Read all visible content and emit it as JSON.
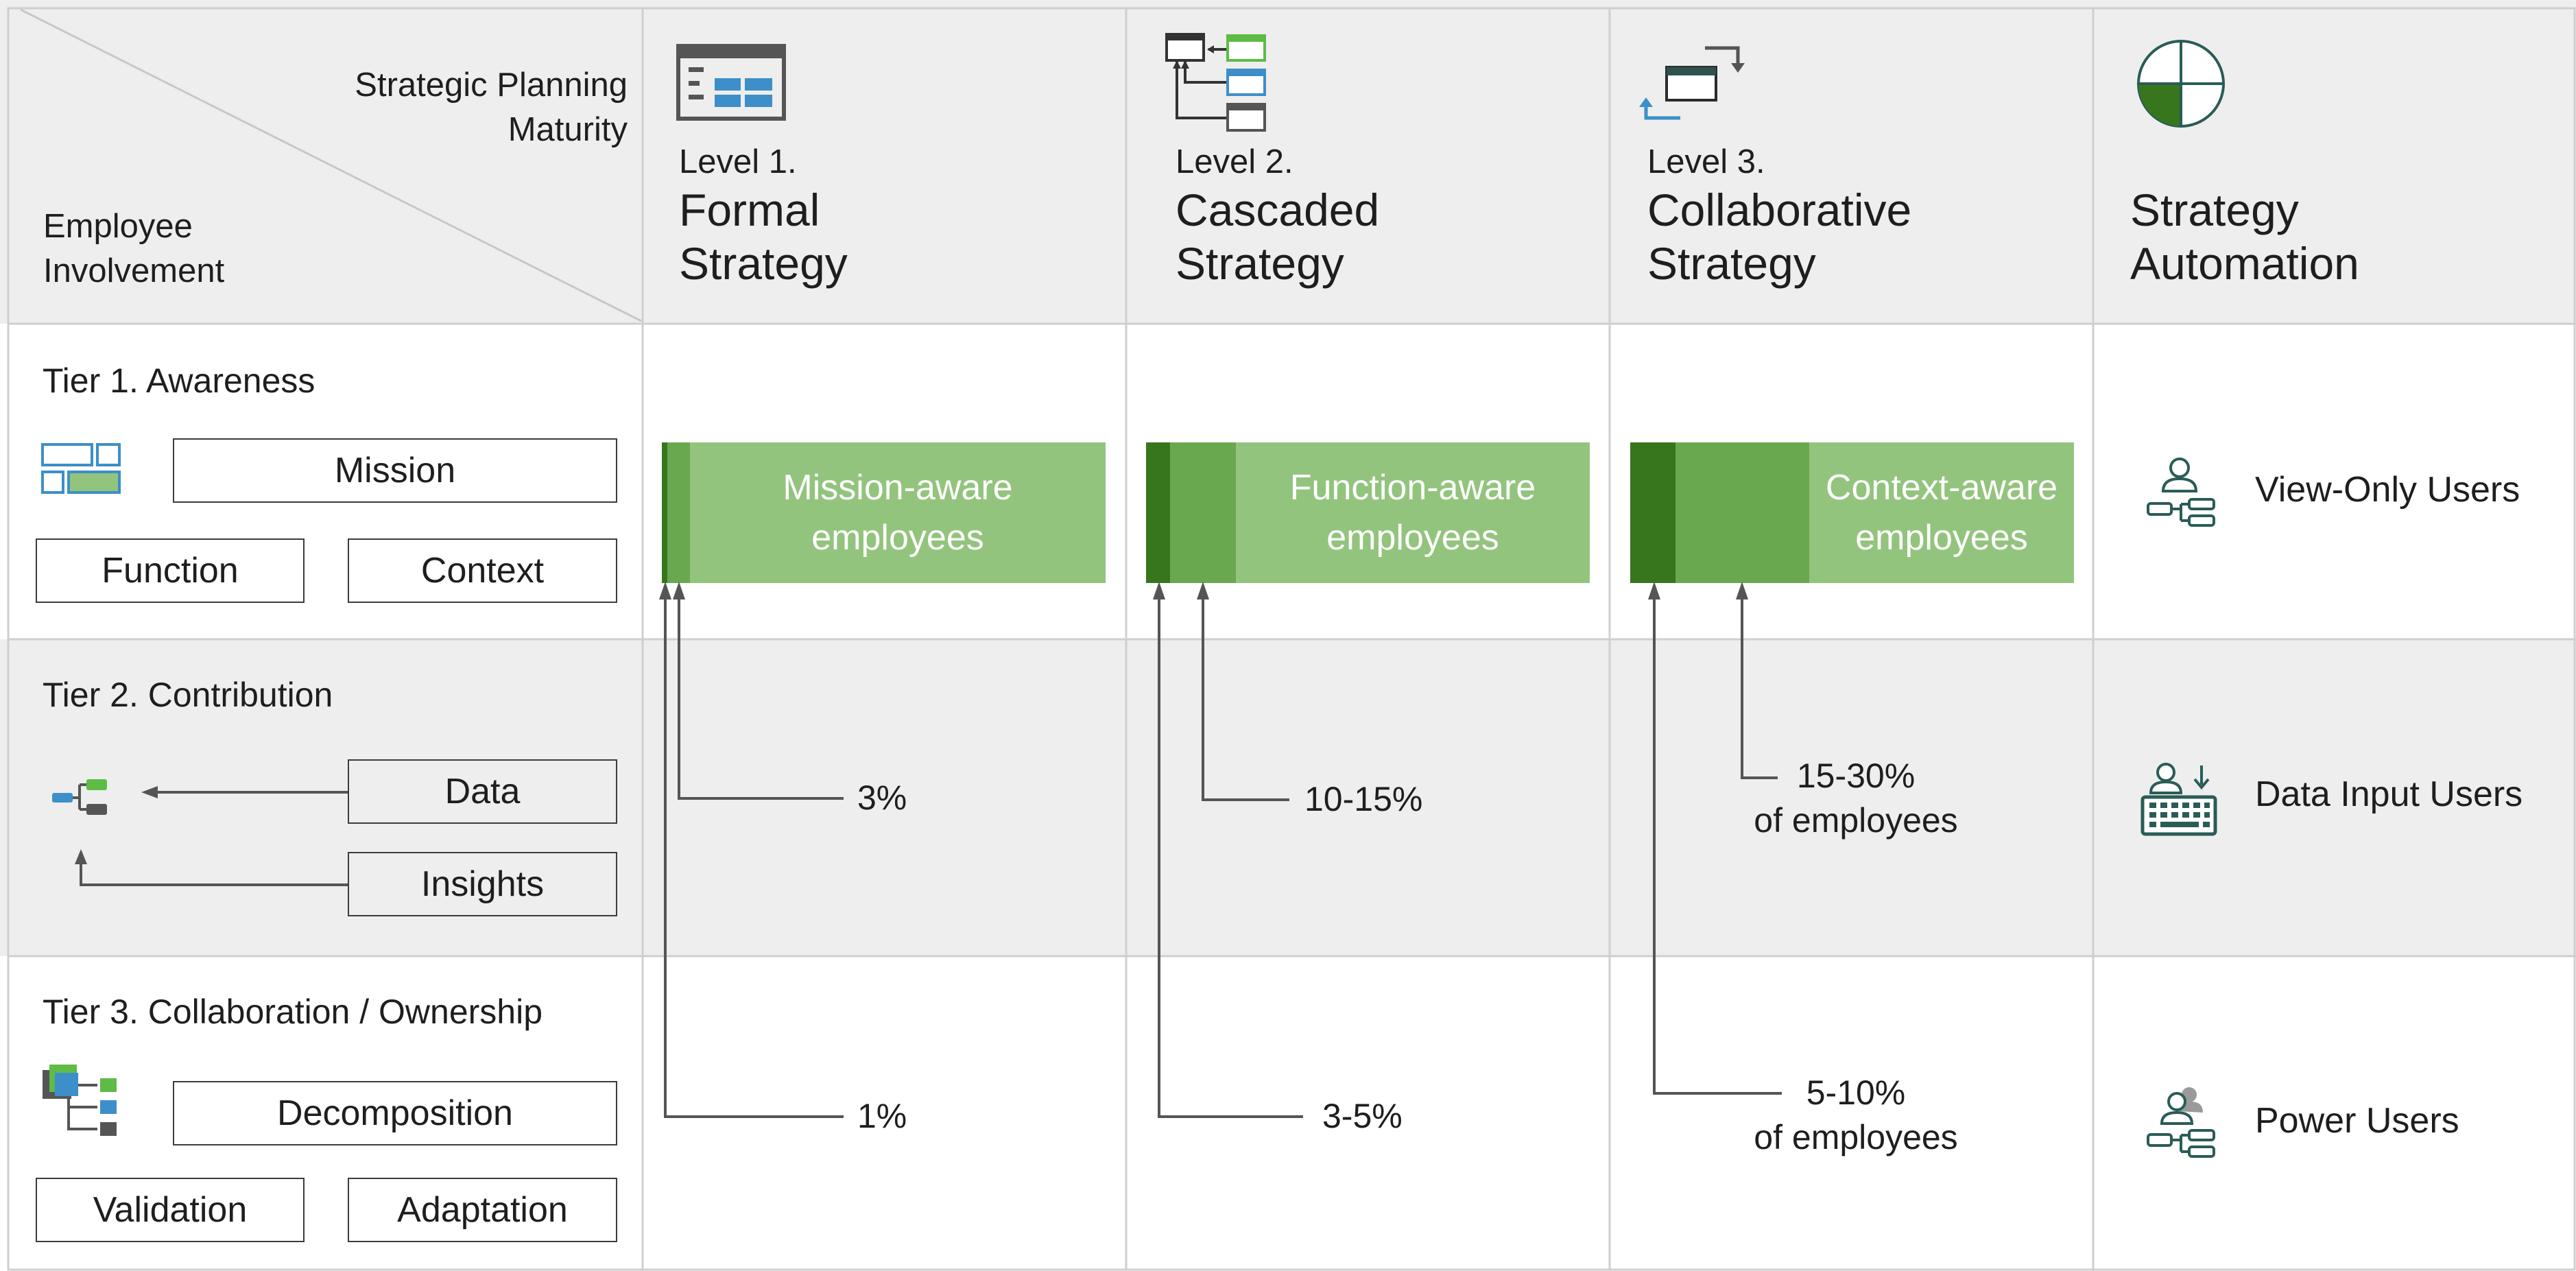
{
  "corner": {
    "top_label": "Strategic Planning\nMaturity",
    "bottom_label": "Employee\nInvolvement"
  },
  "columns": [
    {
      "level": "Level 1.",
      "title": "Formal\nStrategy",
      "icon": "formal-strategy-icon"
    },
    {
      "level": "Level 2.",
      "title": "Cascaded\nStrategy",
      "icon": "cascaded-strategy-icon"
    },
    {
      "level": "Level 3.",
      "title": "Collaborative\nStrategy",
      "icon": "collaborative-strategy-icon"
    },
    {
      "level": "",
      "title": "Strategy\nAutomation",
      "icon": "pie-chart-icon"
    }
  ],
  "tiers": [
    {
      "title": "Tier 1. Awareness",
      "boxes": [
        "Mission",
        "Function",
        "Context"
      ],
      "icon": "awareness-icon"
    },
    {
      "title": "Tier 2. Contribution",
      "boxes": [
        "Data",
        "Insights"
      ],
      "icon": "contribution-icon"
    },
    {
      "title": "Tier 3. Collaboration / Ownership",
      "boxes": [
        "Decomposition",
        "Validation",
        "Adaptation"
      ],
      "icon": "decomposition-icon"
    }
  ],
  "bars": [
    {
      "label": "Mission-aware\nemployees"
    },
    {
      "label": "Function-aware\nemployees"
    },
    {
      "label": "Context-aware\nemployees"
    }
  ],
  "annotations": {
    "l1_tier2": "3%",
    "l1_tier3": "1%",
    "l2_tier2": "10-15%",
    "l2_tier3": "3-5%",
    "l3_tier2": "15-30%\nof employees",
    "l3_tier3": "5-10%\nof employees"
  },
  "automation_users": [
    {
      "label": "View-Only Users",
      "icon": "view-only-user-icon"
    },
    {
      "label": "Data Input Users",
      "icon": "data-input-user-icon"
    },
    {
      "label": "Power Users",
      "icon": "power-user-icon"
    }
  ],
  "colors": {
    "header_bg": "#eeeeee",
    "tier2_bg": "#eeeeee",
    "grid": "#cfcfcf",
    "bar_light": "#93c47d",
    "bar_mid": "#6aa84f",
    "bar_dark": "#38761d",
    "icon_blue": "#3d8fc9",
    "icon_green": "#5dbb46",
    "icon_dark": "#333333",
    "icon_teal": "#2a5c57"
  }
}
